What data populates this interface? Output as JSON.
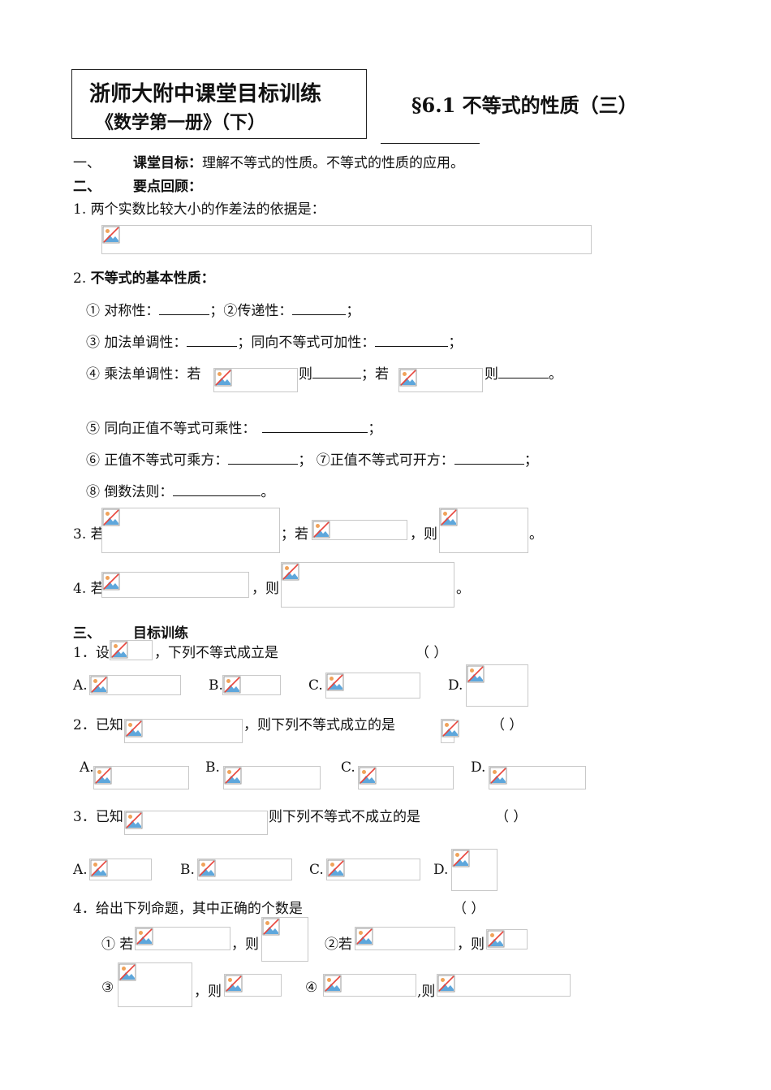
{
  "header": {
    "school": "浙师大附中课堂目标训练",
    "book": "《数学第一册》（下）",
    "title": "§6.1 不等式的性质（三）"
  },
  "sec1": {
    "num": "一、",
    "label": "课堂目标：",
    "text": "理解不等式的性质。不等式的性质的应用。"
  },
  "sec2": {
    "num": "二、",
    "label": "要点回顾："
  },
  "review": {
    "q1": "1. 两个实数比较大小的作差法的依据是：",
    "q2_num": "2. ",
    "q2_label": "不等式的基本性质：",
    "p1a": "① 对称性：",
    "p1b": "；②传递性：",
    "p1c": "；",
    "p3a": "③ 加法单调性：",
    "p3b": "；同向不等式可加性：",
    "p3c": "；",
    "p4a": "④ 乘法单调性：若",
    "p4b": "则",
    "p4c": "；若",
    "p4d": "则",
    "p4e": "。",
    "p5a": "⑤ 同向正值不等式可乘性：",
    "p5b": "；",
    "p6a": "⑥ 正值不等式可乘方：",
    "p6b": "；  ⑦正值不等式可开方：",
    "p6c": "；",
    "p8a": "⑧ 倒数法则：",
    "p8b": "。",
    "q3a": "3. 若",
    "q3b": "；若",
    "q3c": "，则",
    "q3d": "。",
    "q4a": "4. 若",
    "q4b": "，则",
    "q4c": "。"
  },
  "sec3": {
    "num": "三、",
    "label": "目标训练"
  },
  "train": {
    "t1": "1．设",
    "t1b": "，下列不等式成立是",
    "paren": "（        ）",
    "A": "A.",
    "B": "B.",
    "C": "C.",
    "D": "D.",
    "t2": "2．已知",
    "t2b": "，则下列不等式成立的是",
    "t3": "3．已知",
    "t3b": "则下列不等式不成立的是",
    "t4": "4．给出下列命题，其中正确的个数是",
    "c1": "① 若",
    "then": "，则",
    "c2": "②若",
    "c3": "③",
    "c4": "④",
    "then2": ",则"
  },
  "icons": {
    "placeholder": "broken-image-icon"
  }
}
